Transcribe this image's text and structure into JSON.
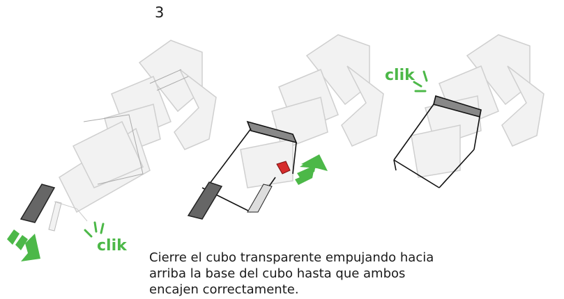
{
  "step": {
    "number": "3"
  },
  "sounds": {
    "left": "clik",
    "right": "clik"
  },
  "caption": {
    "lines": [
      "Cierre el cubo transparente empujando hacia",
      "arriba la base del cubo hasta que ambos",
      "encajen correctamente."
    ]
  },
  "colors": {
    "accent_green": "#4cb848",
    "latch_red": "#d62c2c",
    "drawing_gray": "#dcdcdc"
  },
  "icons": [
    "vacuum-illustration-open",
    "vacuum-illustration-pushing",
    "vacuum-illustration-closed",
    "green-arrow-icon",
    "click-sound-lines-icon"
  ]
}
